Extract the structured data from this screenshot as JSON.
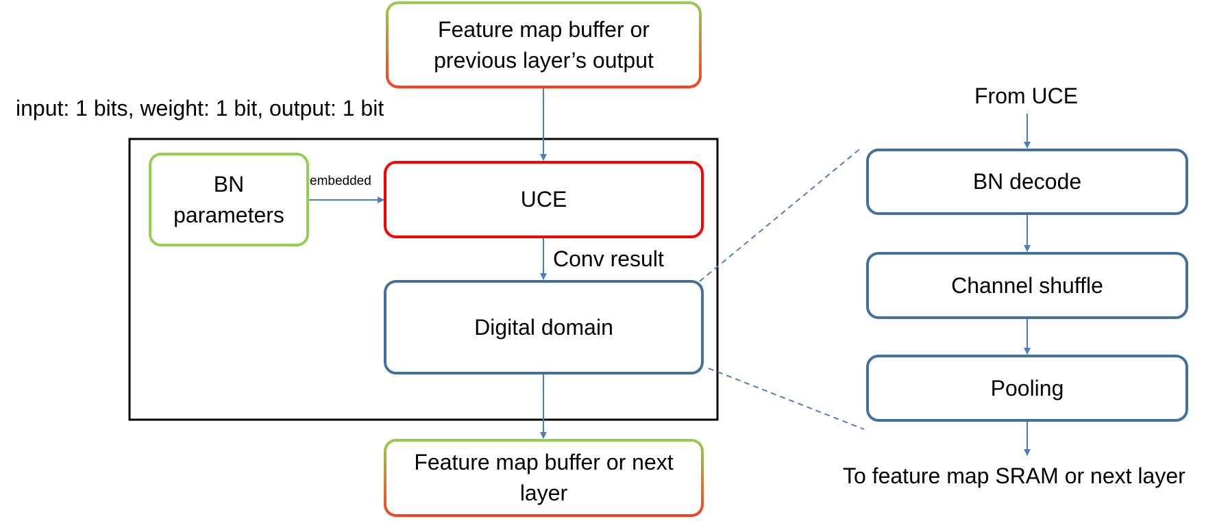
{
  "spec_label": "input: 1 bits, weight: 1 bit, output: 1 bit",
  "top_box": {
    "line1": "Feature map buffer or",
    "line2": "previous layer’s output"
  },
  "bn_box": {
    "line1": "BN",
    "line2": "parameters"
  },
  "embedded_label": "embedded",
  "uce_box": "UCE",
  "conv_result_label": "Conv result",
  "digital_box": "Digital domain",
  "bottom_box": {
    "line1": "Feature map buffer or next",
    "line2": "layer"
  },
  "detail": {
    "from_label": "From UCE",
    "steps": [
      "BN decode",
      "Channel shuffle",
      "Pooling"
    ],
    "to_label": "To feature map SRAM or next layer"
  },
  "colors": {
    "arrow": "#4a7ebb",
    "green": "#92d050",
    "red": "#ff0000",
    "blue": "#41719c"
  }
}
